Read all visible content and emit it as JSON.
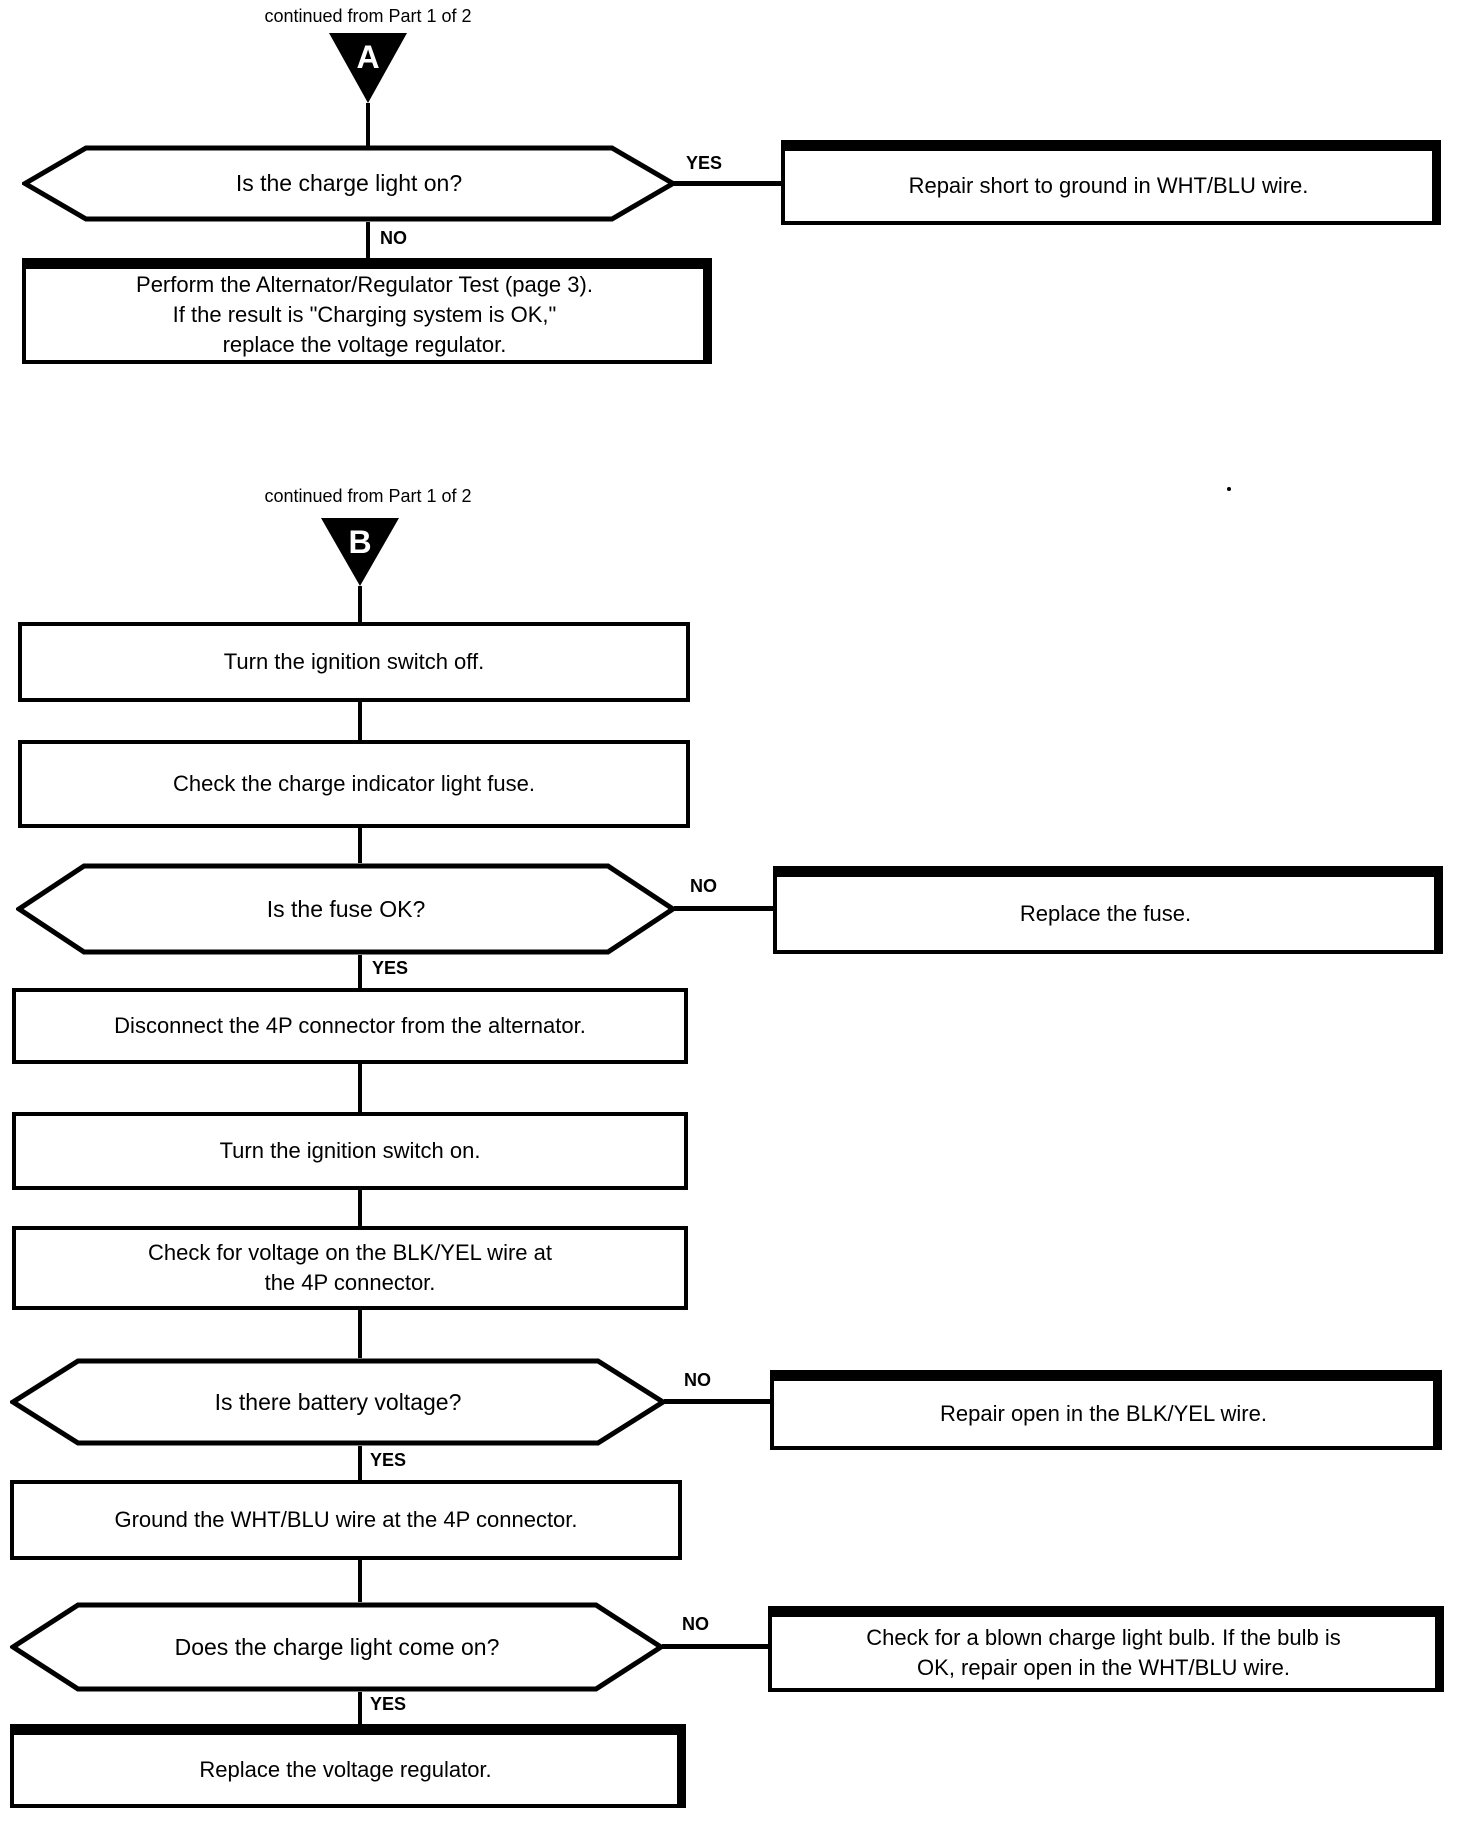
{
  "colors": {
    "ink": "#000000",
    "paper": "#ffffff"
  },
  "a": {
    "continued": "continued from Part 1 of 2",
    "connector": "A",
    "q_charge_light": "Is the charge light on?",
    "yes": "YES",
    "no": "NO",
    "repair_short": "Repair short to ground in WHT/BLU wire.",
    "perform_test": "Perform the Alternator/Regulator Test (page 3).\nIf the result is \"Charging system is OK,\"\nreplace the voltage regulator."
  },
  "b": {
    "continued": "continued from Part 1 of 2",
    "connector": "B",
    "turn_ignition_off": "Turn the ignition switch off.",
    "check_fuse": "Check the charge indicator light fuse.",
    "q_fuse_ok": "Is the fuse OK?",
    "yes": "YES",
    "no": "NO",
    "replace_fuse": "Replace the fuse.",
    "disconnect_4p": "Disconnect the 4P connector from the alternator.",
    "turn_ignition_on": "Turn the ignition switch on.",
    "check_voltage": "Check for voltage on the BLK/YEL wire at\nthe 4P connector.",
    "q_battery_voltage": "Is there battery voltage?",
    "repair_open": "Repair open in the BLK/YEL wire.",
    "ground_wire": "Ground the WHT/BLU wire at the 4P connector.",
    "q_charge_light_on": "Does the charge light come on?",
    "check_bulb": "Check for a blown charge light bulb. If the bulb is\nOK, repair open in the WHT/BLU wire.",
    "replace_regulator": "Replace the voltage regulator."
  },
  "artifact_dot": "."
}
